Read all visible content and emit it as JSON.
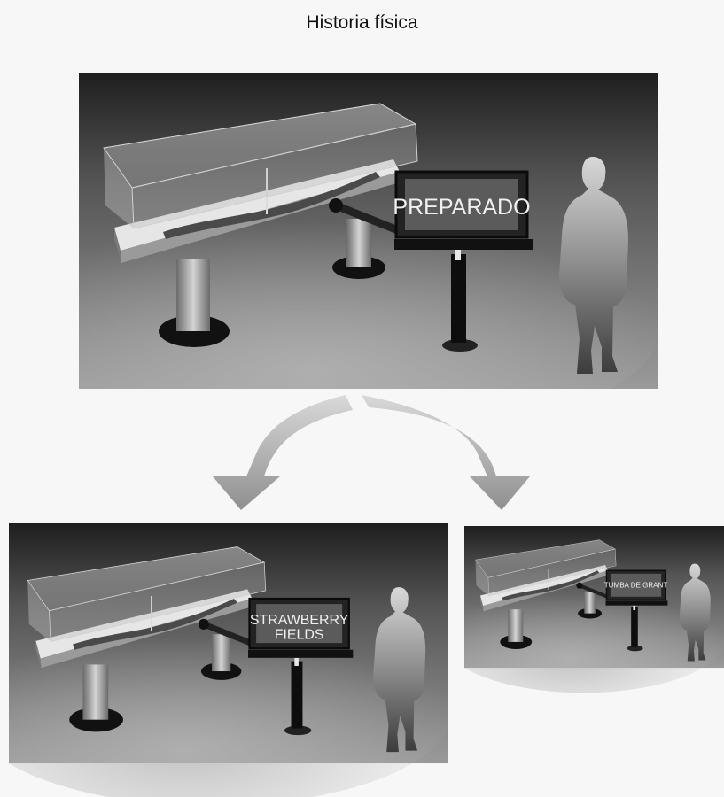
{
  "title": "Historia física",
  "scenes": {
    "main": {
      "sign_text": "PREPARADO"
    },
    "left": {
      "sign_line1": "STRAWBERRY",
      "sign_line2": "FIELDS"
    },
    "right": {
      "sign_text": "TUMBA DE GRANT"
    }
  },
  "colors": {
    "background": "#f7f7f7",
    "scene_dark": "#2a2a2a",
    "floor": "#8a8a8a",
    "arrow": "#a8a8a8"
  }
}
